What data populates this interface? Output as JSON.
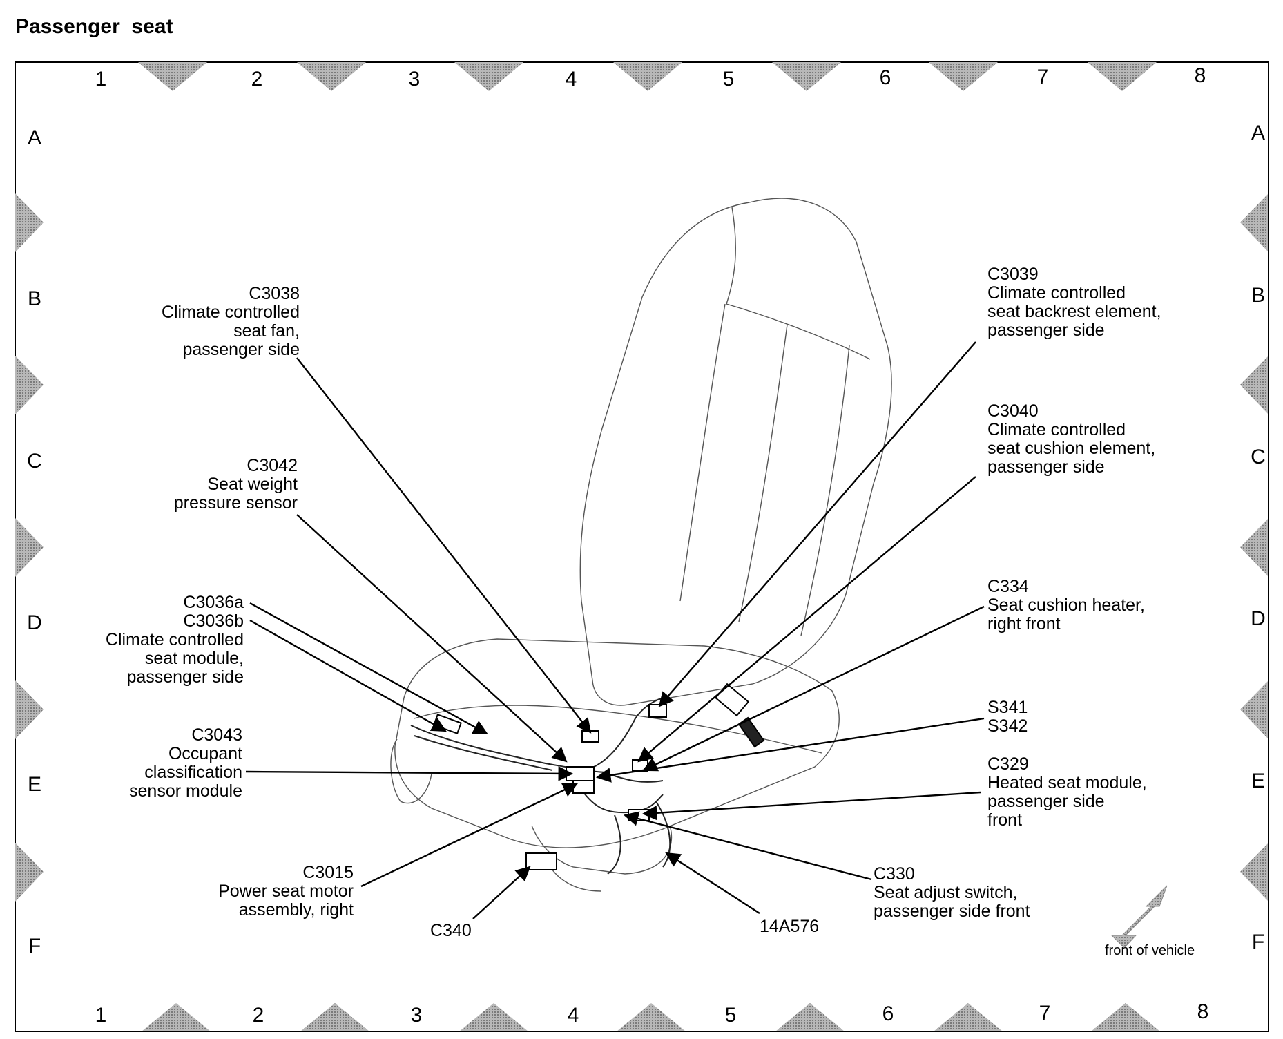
{
  "title": "Passenger  seat",
  "grid": {
    "columns": [
      "1",
      "2",
      "3",
      "4",
      "5",
      "6",
      "7",
      "8"
    ],
    "rows": [
      "A",
      "B",
      "C",
      "D",
      "E",
      "F"
    ]
  },
  "callouts": {
    "c3038": [
      "C3038",
      "Climate controlled",
      "seat fan,",
      "passenger side"
    ],
    "c3042": [
      "C3042",
      "Seat weight",
      "pressure sensor"
    ],
    "c3036": [
      "C3036a",
      "C3036b",
      "Climate controlled",
      "seat module,",
      "passenger side"
    ],
    "c3043": [
      "C3043",
      "Occupant",
      "classification",
      "sensor module"
    ],
    "c3015": [
      "C3015",
      "Power seat motor",
      "assembly, right"
    ],
    "c340": [
      "C340"
    ],
    "a14a576": [
      "14A576"
    ],
    "c330": [
      "C330",
      "Seat adjust switch,",
      "passenger side front"
    ],
    "c3039": [
      "C3039",
      "Climate controlled",
      "seat backrest element,",
      "passenger side"
    ],
    "c3040": [
      "C3040",
      "Climate controlled",
      "seat cushion element,",
      "passenger side"
    ],
    "c334": [
      "C334",
      "Seat cushion heater,",
      "right front"
    ],
    "s341": [
      "S341",
      "S342"
    ],
    "c329": [
      "C329",
      "Heated seat module,",
      "passenger side",
      "front"
    ]
  },
  "direction_label": "front of vehicle"
}
